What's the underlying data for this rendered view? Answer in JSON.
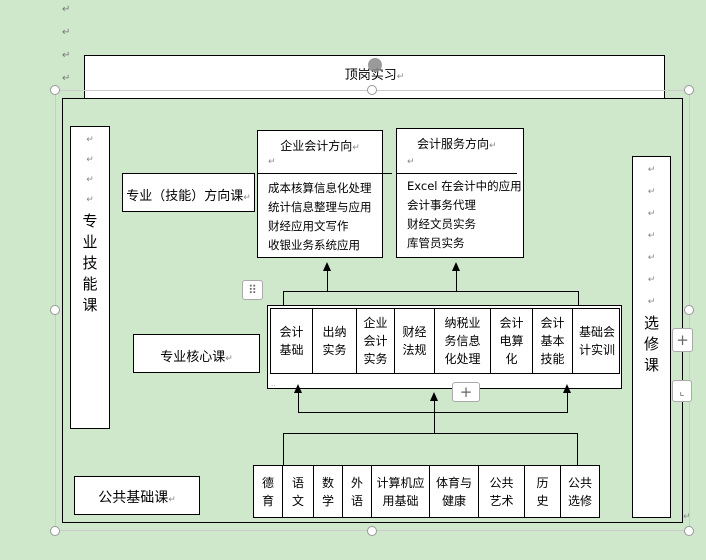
{
  "paragraph_mark": "↵",
  "top_box": {
    "label": "顶岗实习"
  },
  "left_vertical": {
    "label": [
      "专",
      "业",
      "技",
      "能",
      "课"
    ]
  },
  "right_vertical": {
    "label": [
      "选",
      "修",
      "课"
    ]
  },
  "direction_label": "专业（技能）方向课",
  "core_label": "专业核心课",
  "public_label": "公共基础课",
  "direction_boxes": [
    {
      "title": "企业会计方向",
      "items": [
        "成本核算信息化处理",
        "统计信息整理与应用",
        "财经应用文写作",
        "收银业务系统应用"
      ]
    },
    {
      "title": "会计服务方向",
      "items": [
        "Excel 在会计中的应用",
        "会计事务代理",
        "财经文员实务",
        "库管员实务"
      ]
    }
  ],
  "core_courses": [
    [
      "会计",
      "基础"
    ],
    [
      "出纳",
      "实务"
    ],
    [
      "企业",
      "会计",
      "实务"
    ],
    [
      "财经",
      "法规"
    ],
    [
      "纳税业",
      "务信息",
      "化处理"
    ],
    [
      "会计",
      "电算",
      "化"
    ],
    [
      "会计",
      "基本",
      "技能"
    ],
    [
      "基础会",
      "计实训"
    ]
  ],
  "public_courses": [
    [
      "德",
      "育"
    ],
    [
      "语",
      "文"
    ],
    [
      "数",
      "学"
    ],
    [
      "外",
      "语"
    ],
    [
      "计算机应",
      "用基础"
    ],
    [
      "体育与",
      "健康"
    ],
    [
      "公共",
      "艺术"
    ],
    [
      "历",
      "史"
    ],
    [
      "公共",
      "选修"
    ]
  ],
  "ui": {
    "move_handle_icon": "⠿",
    "add_icon": "+",
    "layout_icon": "⌞"
  }
}
